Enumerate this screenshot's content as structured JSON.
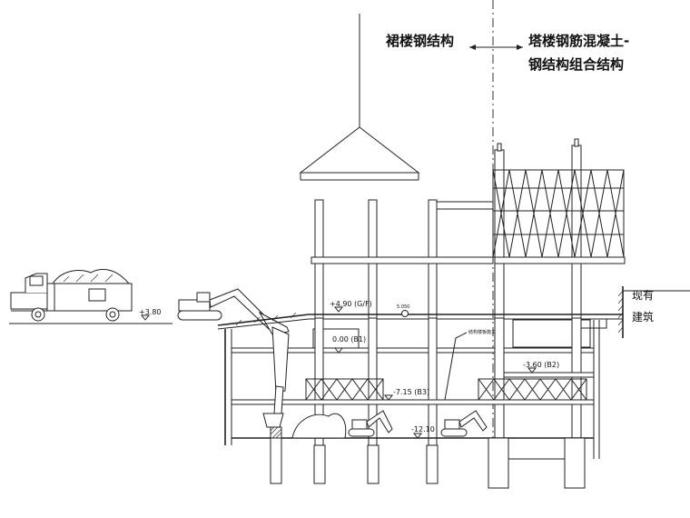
{
  "labels": {
    "podium": "裙楼钢结构",
    "tower_line1": "塔楼钢筋混凝土-",
    "tower_line2": "钢结构组合结构",
    "existing_line1": "现有",
    "existing_line2": "建筑"
  },
  "elevations": {
    "ground": "+3.80",
    "gf": "+4.90 (G/F)",
    "b1": "0.00 (B1)",
    "b2": "-3.60 (B2)",
    "b3": "-7.15 (B3)",
    "bottom": "-12.10",
    "marker": "5.050"
  },
  "notes": {
    "slab_note": "结构楼板施工"
  }
}
